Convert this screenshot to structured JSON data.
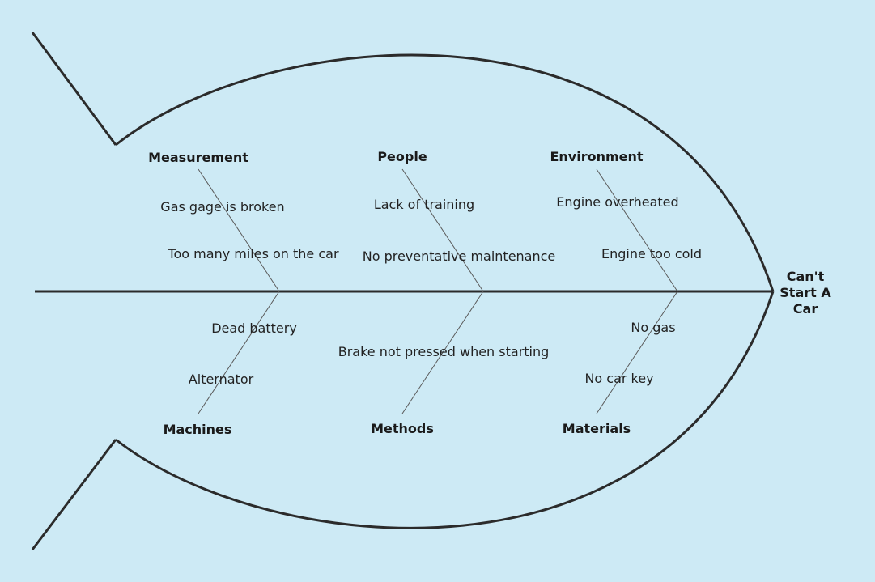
{
  "diagram": {
    "type": "fishbone",
    "problem": "Can't Start A Car",
    "colors": {
      "background": "#cdeaf5",
      "outline": "#2b2b2b",
      "bone": "#5a5a5a",
      "text": "#1a1a1a"
    },
    "categories": [
      {
        "name": "Measurement",
        "position": "top",
        "causes": [
          "Gas gage is broken",
          "Too many miles on the car"
        ]
      },
      {
        "name": "People",
        "position": "top",
        "causes": [
          "Lack of training",
          "No preventative maintenance"
        ]
      },
      {
        "name": "Environment",
        "position": "top",
        "causes": [
          "Engine overheated",
          "Engine too cold"
        ]
      },
      {
        "name": "Machines",
        "position": "bottom",
        "causes": [
          "Dead battery",
          "Alternator"
        ]
      },
      {
        "name": "Methods",
        "position": "bottom",
        "causes": [
          "Brake not pressed when starting"
        ]
      },
      {
        "name": "Materials",
        "position": "bottom",
        "causes": [
          "No gas",
          "No car key"
        ]
      }
    ]
  }
}
